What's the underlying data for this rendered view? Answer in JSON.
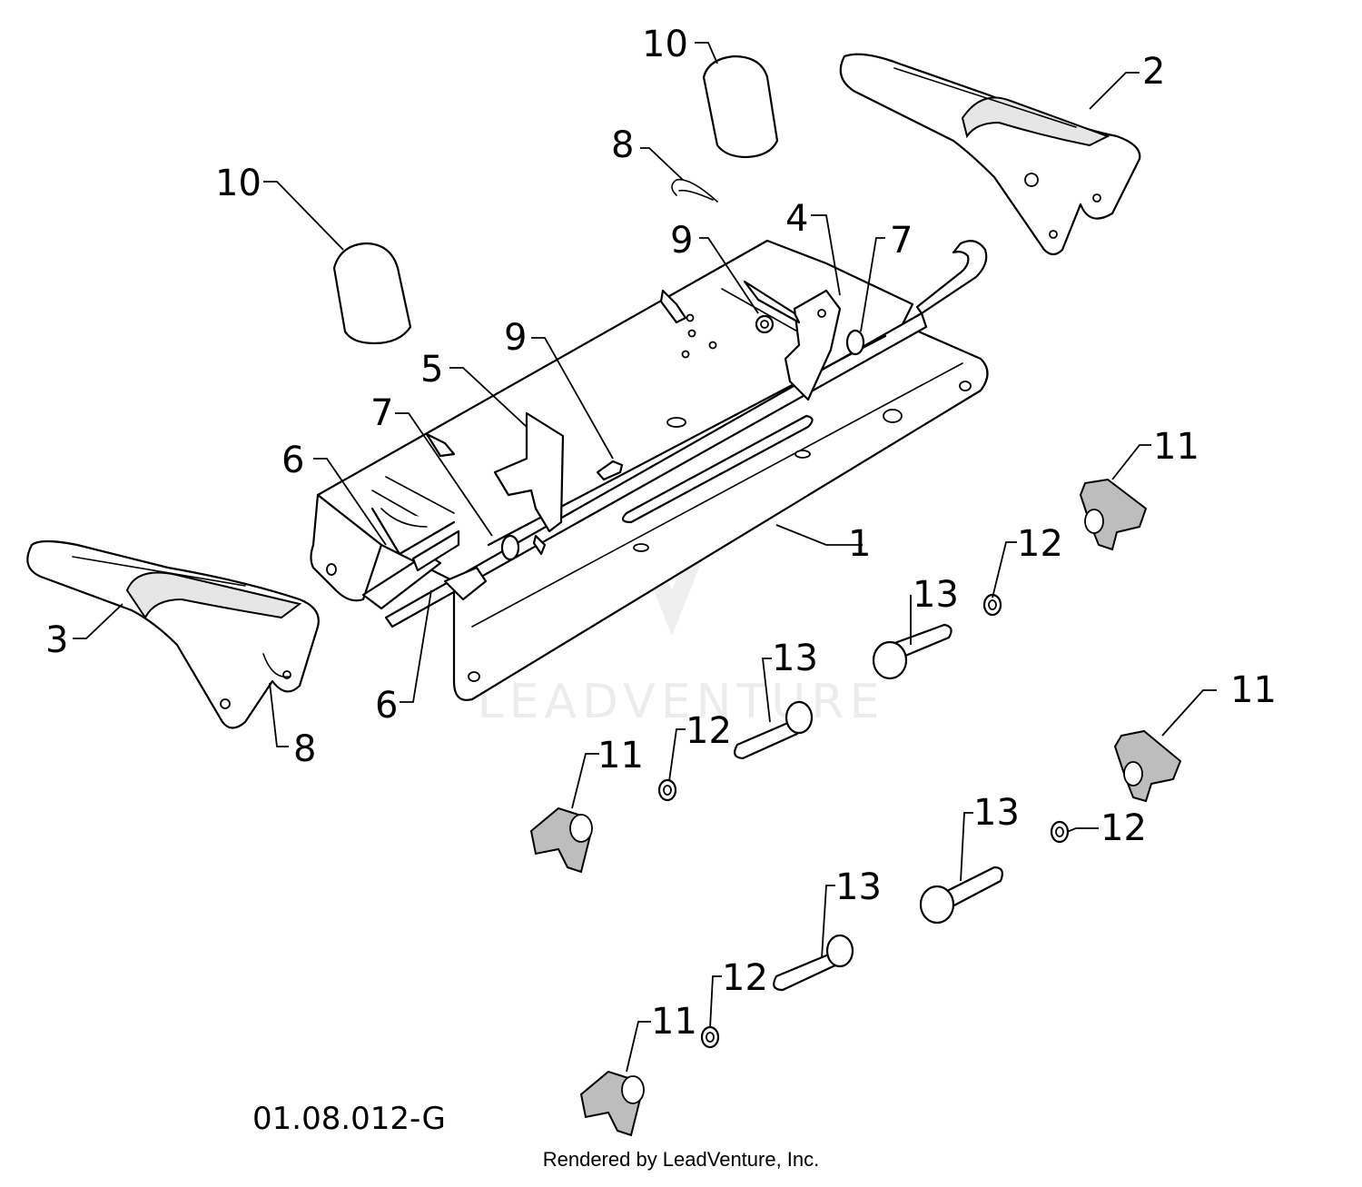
{
  "diagram": {
    "drawing_code": "01.08.012-G",
    "credit": "Rendered by LeadVenture, Inc.",
    "watermark": "LEADVENTURE",
    "callouts": {
      "c1": "1",
      "c2": "2",
      "c3": "3",
      "c4": "4",
      "c5": "5",
      "c6a": "6",
      "c6b": "6",
      "c7a": "7",
      "c7b": "7",
      "c8a": "8",
      "c8b": "8",
      "c9a": "9",
      "c9b": "9",
      "c10a": "10",
      "c10b": "10",
      "c11a": "11",
      "c11b": "11",
      "c11c": "11",
      "c11d": "11",
      "c12a": "12",
      "c12b": "12",
      "c12c": "12",
      "c12d": "12",
      "c13a": "13",
      "c13b": "13",
      "c13c": "13",
      "c13d": "13"
    }
  }
}
